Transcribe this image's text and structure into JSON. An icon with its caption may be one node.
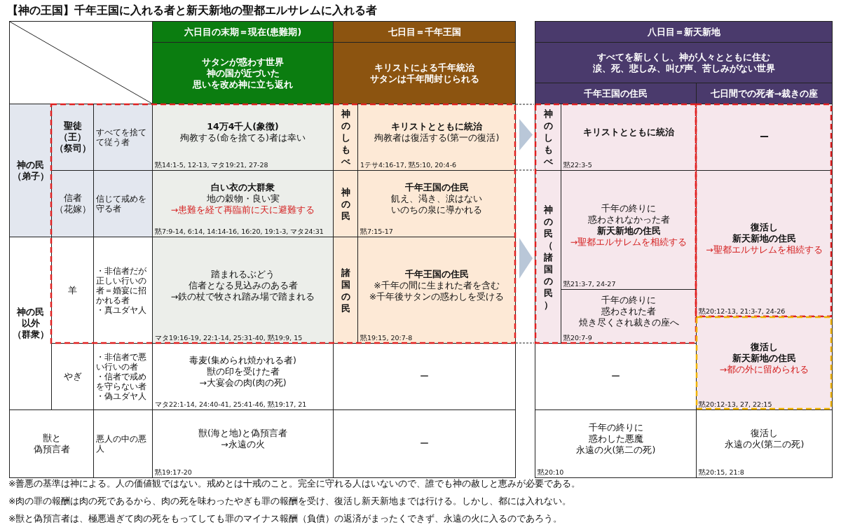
{
  "diagram": {
    "title": "【神の王国】千年王国に入れる者と新天新地の聖都エルサレムに入れる者",
    "labels": [
      "六日目の末期＝現在(患難期)",
      "七日目＝千年王国",
      "八日目＝新天新地",
      "サタンが惑わす世界",
      "神の国が近づいた",
      "思いを改め神に立ち返れ",
      "キリストによる千年統治",
      "サタンは千年間封じられる",
      "すべてを新しくし、神が人々とともに住む",
      "涙、死、悲しみ、叫び声、苦しみがない世界",
      "千年王国の住民",
      "七日間での死者→裁きの座",
      "神の民",
      "（弟子）",
      "聖徒",
      "（王）",
      "（祭司）",
      "すべてを捨てて従う者",
      "14万4千人(象徴)",
      "殉教する(命を捨てる)者は幸い",
      "黙14:1-5, 12-13, マタ19:21, 27-28",
      "神のしもべ",
      "キリストとともに統治",
      "殉教者は復活する(第一の復活)",
      "1テサ4:16-17, 黙5:10, 20:4-6",
      "神のしもべ",
      "キリストとともに統治",
      "黙22:3-5",
      "ー",
      "信者",
      "（花嫁）",
      "信じて戒めを守る者",
      "白い衣の大群衆",
      "地の穀物・良い実",
      "→患難を経て再臨前に天に避難する",
      "黙7:9-14, 6:14, 14:14-16, 16:20, 19:1-3, マタ24:31",
      "神の民",
      "千年王国の住民",
      "飢え、渇き、涙はない",
      "いのちの泉に導かれる",
      "黙7:15-17",
      "神の民（諸国の民）",
      "千年の終りに",
      "惑わされなかった者",
      "新天新地の住民",
      "→聖都エルサレムを相続する",
      "黙21:3-7, 24-27",
      "復活し",
      "新天新地の住民",
      "→聖都エルサレムを相続する",
      "黙20:12-13, 21:3-7, 24-26",
      "神の民",
      "以外",
      "（群衆）",
      "羊",
      "・非信者だが正しい行いの者＝婚宴に招かれる者",
      "・真ユダヤ人",
      "踏まれるぶどう",
      "信者となる見込みのある者",
      "→鉄の杖で牧され踏み場で踏まれる",
      "マタ19:16-19, 22:1-14, 25:31-40, 黙19:9, 15",
      "諸国の民",
      "千年王国の住民",
      "※千年の間に生まれた者を含む",
      "※千年後サタンの惑わしを受ける",
      "黙19:15, 20:7-8",
      "千年の終りに",
      "惑わされた者",
      "焼き尽くされ裁きの座へ",
      "黙20:7-9",
      "やぎ",
      "・非信者で悪い行いの者",
      "・信者で戒めを守らない者",
      "・偽ユダヤ人",
      "毒麦(集められ焼かれる者)",
      "獣の印を受けた者",
      "→大宴会の肉(肉の死)",
      "マタ22:1-14, 24:40-41, 25:41-46, 黙19:17, 21",
      "ー",
      "ー",
      "復活し",
      "新天新地の住民",
      "→都の外に留められる",
      "黙20:12-13, 27, 22:15",
      "獣と",
      "偽預言者",
      "悪人の中の悪人",
      "獣(海と地)と偽預言者",
      "→永遠の火",
      "黙19:17-20",
      "ー",
      "千年の終りに",
      "惑わした悪魔",
      "永遠の火(第二の死)",
      "黙20:10",
      "復活し",
      "永遠の火(第二の死)",
      "黙20:15, 21:8",
      "※善悪の基準は神による。人の価値観ではない。戒めとは十戒のこと。完全に守れる人はいないので、誰でも神の赦しと恵みが必要である。",
      "※肉の罪の報酬は肉の死であるから、肉の死を味わったやぎも罪の報酬を受け、復活し新天新地までは行ける。しかし、都には入れない。",
      "※獣と偽預言者は、極悪過ぎて肉の死をもってしても罪のマイナス報酬（負債）の返済がまったくできず、永遠の火に入るのであろう。"
    ]
  }
}
